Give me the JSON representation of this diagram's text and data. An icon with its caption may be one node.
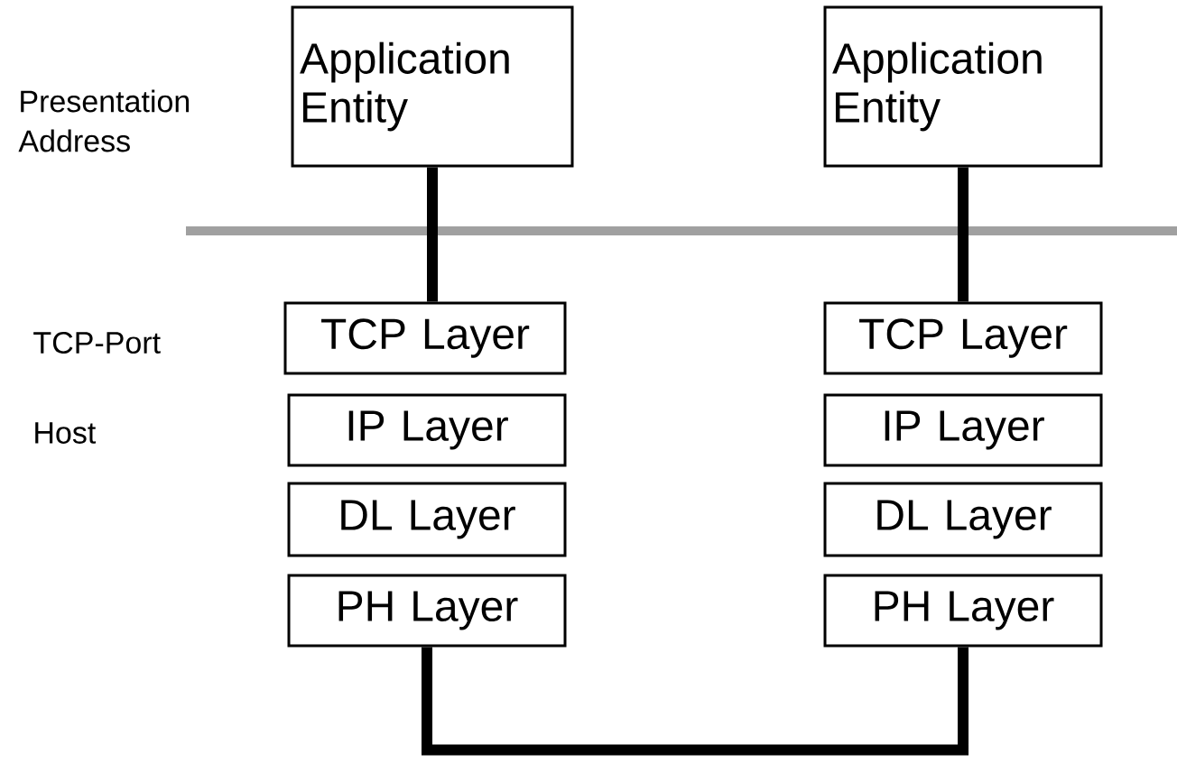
{
  "diagram": {
    "nodes": [
      {
        "text": [
          "Application Entity"
        ]
      },
      {
        "text": [
          "Application Entity"
        ]
      },
      {
        "text": [
          "TCP Layer"
        ]
      },
      {
        "text": [
          "IP Layer"
        ]
      },
      {
        "text": [
          "DL Layer"
        ]
      },
      {
        "text": [
          "PH Layer"
        ]
      },
      {
        "text": [
          "TCP Layer"
        ]
      },
      {
        "text": [
          "IP Layer"
        ]
      },
      {
        "text": [
          "DL Layer"
        ]
      },
      {
        "text": [
          "PH Layer"
        ]
      }
    ],
    "edges": [
      {
        "from": 0,
        "to": 2,
        "arrow": "none"
      },
      {
        "from": 1,
        "to": 6,
        "arrow": "none"
      },
      {
        "from": 5,
        "to": 9,
        "arrow": "none"
      }
    ],
    "labels": [
      "Presentation Address",
      "TCP-Port",
      "Host"
    ]
  }
}
